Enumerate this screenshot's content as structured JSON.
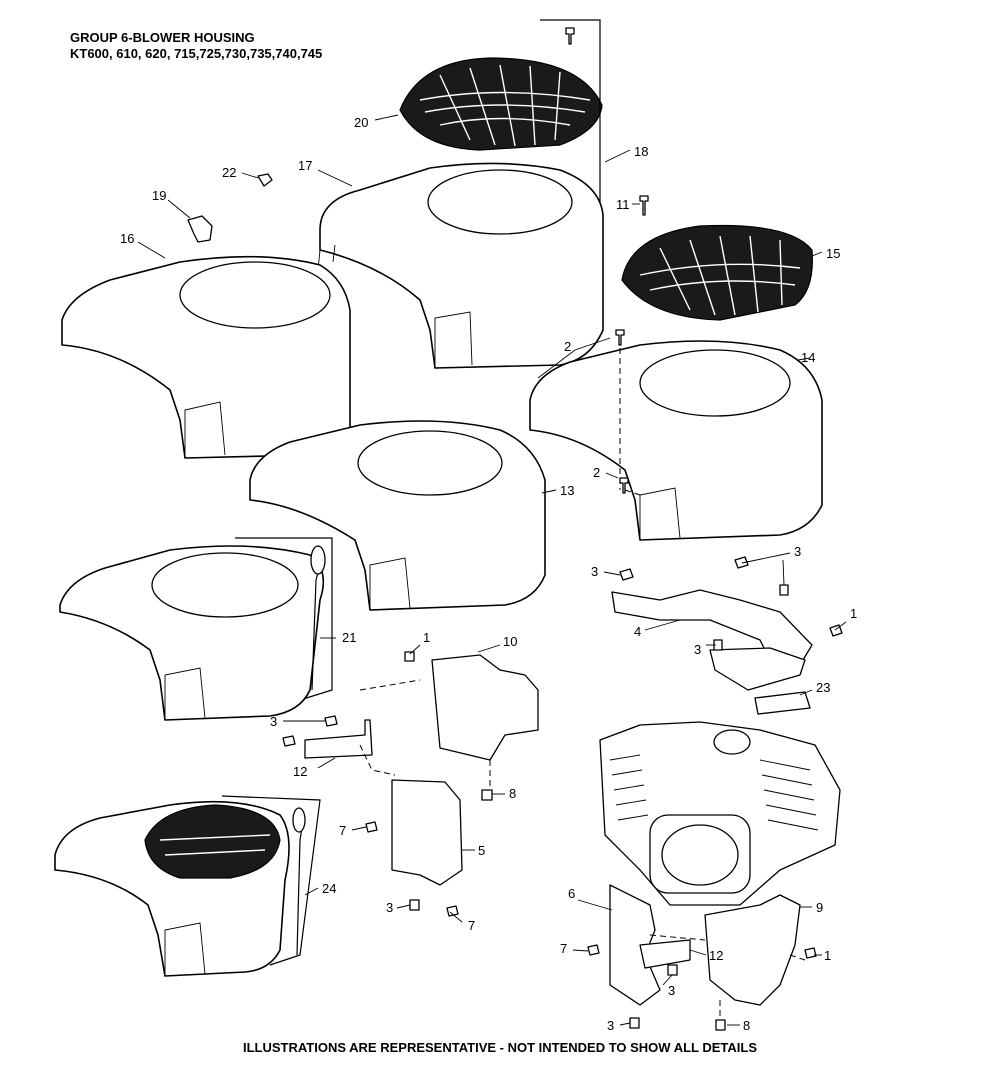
{
  "header": {
    "title_line1": "GROUP 6-BLOWER HOUSING",
    "title_line2": "KT600, 610, 620, 715,725,730,735,740,745"
  },
  "footer": {
    "disclaimer": "ILLUSTRATIONS ARE REPRESENTATIVE - NOT INTENDED TO SHOW ALL DETAILS"
  },
  "callouts": {
    "c20": "20",
    "c18": "18",
    "c22": "22",
    "c17": "17",
    "c19": "19",
    "c16": "16",
    "c11": "11",
    "c15": "15",
    "c2a": "2",
    "c14": "14",
    "c2b": "2",
    "c13": "13",
    "c3a": "3",
    "c3b": "3",
    "c1a": "1",
    "c4": "4",
    "c3c": "3",
    "c21": "21",
    "c1b": "1",
    "c10": "10",
    "c23": "23",
    "c3d": "3",
    "c12a": "12",
    "c8a": "8",
    "c7a": "7",
    "c5": "5",
    "c24": "24",
    "c3e": "3",
    "c7b": "7",
    "c6": "6",
    "c9": "9",
    "c7c": "7",
    "c12b": "12",
    "c1c": "1",
    "c3f": "3",
    "c3g": "3",
    "c8b": "8"
  }
}
